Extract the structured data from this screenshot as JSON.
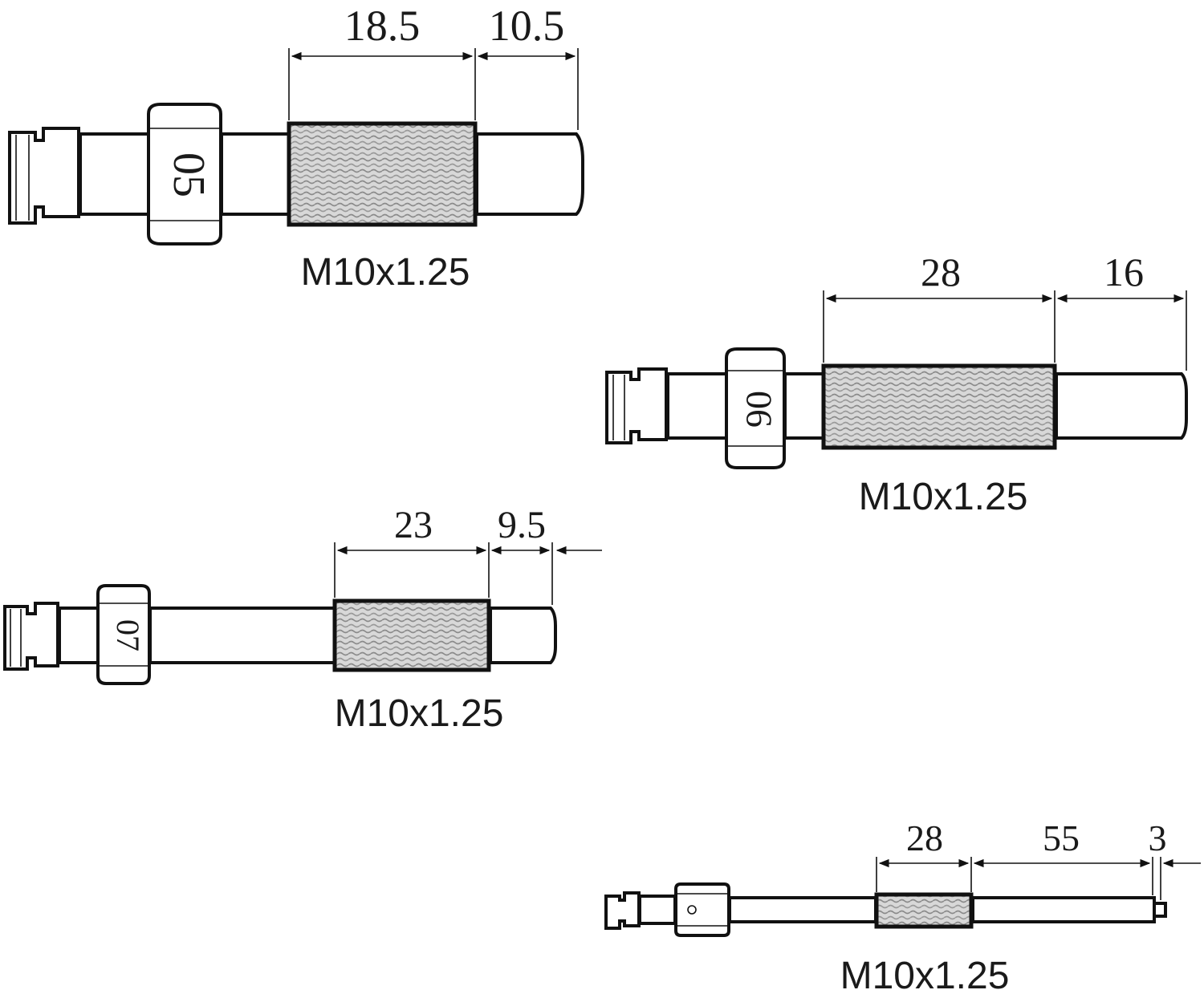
{
  "adapters": [
    {
      "marking": "05",
      "thread_spec": "M10x1.25",
      "dimensions": [
        "18.5",
        "10.5"
      ]
    },
    {
      "marking": "06",
      "thread_spec": "M10x1.25",
      "dimensions": [
        "28",
        "16"
      ]
    },
    {
      "marking": "07",
      "thread_spec": "M10x1.25",
      "dimensions": [
        "23",
        "9.5"
      ]
    },
    {
      "marking": "",
      "thread_spec": "M10x1.25",
      "dimensions": [
        "28",
        "55",
        "3"
      ]
    }
  ]
}
